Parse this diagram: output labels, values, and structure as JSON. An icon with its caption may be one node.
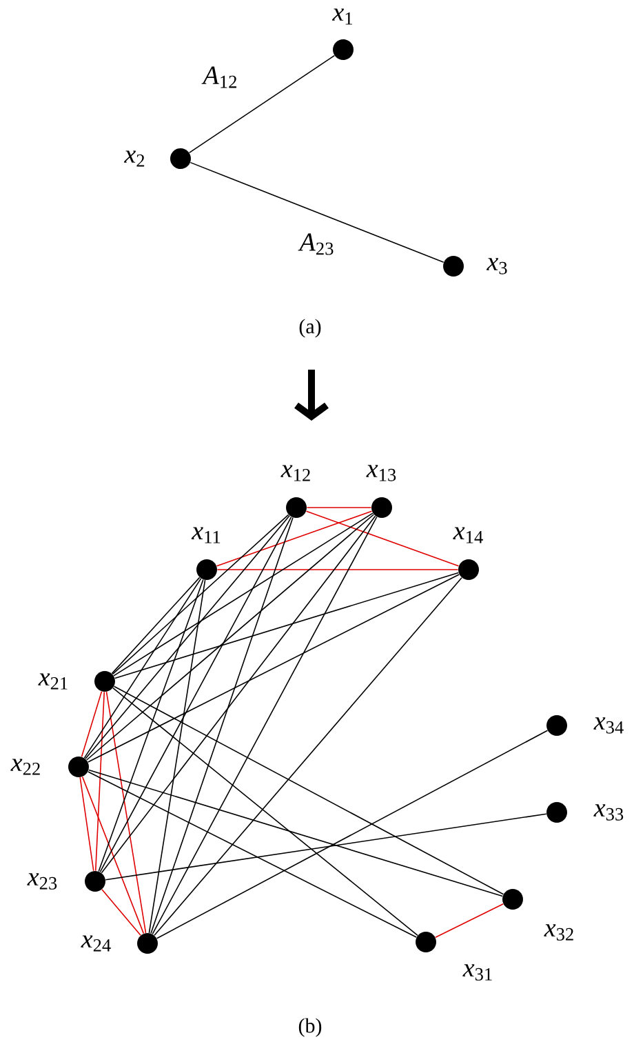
{
  "diagram": {
    "nodes": [
      {
        "text": [
          "*x*$_{1}$"
        ]
      },
      {
        "text": [
          "*x*$_{2}$"
        ]
      },
      {
        "text": [
          "*x*$_{3}$"
        ]
      },
      {
        "text": [
          "*x*$_{12}$"
        ]
      },
      {
        "text": [
          "*x*$_{13}$"
        ]
      },
      {
        "text": [
          "*x*$_{11}$"
        ]
      },
      {
        "text": [
          "*x*$_{14}$"
        ]
      },
      {
        "text": [
          "*x*$_{21}$"
        ]
      },
      {
        "text": [
          "*x*$_{34}$"
        ]
      },
      {
        "text": [
          "*x*$_{22}$"
        ]
      },
      {
        "text": [
          "*x*$_{33}$"
        ]
      },
      {
        "text": [
          "*x*$_{23}$"
        ]
      },
      {
        "text": [
          "*x*$_{32}$"
        ]
      },
      {
        "text": [
          "*x*$_{24}$"
        ]
      },
      {
        "text": [
          "*x*$_{31}$"
        ]
      }
    ],
    "edges": [
      {
        "from": 1,
        "to": 0,
        "arrow": "none",
        "label": "*A*$_{12}$"
      },
      {
        "from": 1,
        "to": 2,
        "arrow": "none",
        "label": "*A*$_{23}$"
      },
      {
        "from": 3,
        "to": 4,
        "arrow": "none",
        "color": "#e00000"
      },
      {
        "from": 5,
        "to": 4,
        "arrow": "none",
        "color": "#e00000"
      },
      {
        "from": 5,
        "to": 6,
        "arrow": "none",
        "color": "#e00000"
      },
      {
        "from": 3,
        "to": 6,
        "arrow": "none",
        "color": "#e00000"
      },
      {
        "from": 7,
        "to": 9,
        "arrow": "none",
        "color": "#e00000"
      },
      {
        "from": 7,
        "to": 11,
        "arrow": "none",
        "color": "#e00000"
      },
      {
        "from": 7,
        "to": 13,
        "arrow": "none",
        "color": "#e00000"
      },
      {
        "from": 9,
        "to": 11,
        "arrow": "none",
        "color": "#e00000"
      },
      {
        "from": 9,
        "to": 13,
        "arrow": "none",
        "color": "#e00000"
      },
      {
        "from": 11,
        "to": 13,
        "arrow": "none",
        "color": "#e00000"
      },
      {
        "from": 14,
        "to": 12,
        "arrow": "none",
        "color": "#e00000"
      },
      {
        "from": 5,
        "to": 7,
        "arrow": "none"
      },
      {
        "from": 5,
        "to": 9,
        "arrow": "none"
      },
      {
        "from": 5,
        "to": 11,
        "arrow": "none"
      },
      {
        "from": 5,
        "to": 13,
        "arrow": "none"
      },
      {
        "from": 3,
        "to": 7,
        "arrow": "none"
      },
      {
        "from": 3,
        "to": 9,
        "arrow": "none"
      },
      {
        "from": 3,
        "to": 11,
        "arrow": "none"
      },
      {
        "from": 3,
        "to": 13,
        "arrow": "none"
      },
      {
        "from": 4,
        "to": 7,
        "arrow": "none"
      },
      {
        "from": 4,
        "to": 9,
        "arrow": "none"
      },
      {
        "from": 4,
        "to": 11,
        "arrow": "none"
      },
      {
        "from": 4,
        "to": 13,
        "arrow": "none"
      },
      {
        "from": 6,
        "to": 7,
        "arrow": "none"
      },
      {
        "from": 6,
        "to": 9,
        "arrow": "none"
      },
      {
        "from": 6,
        "to": 13,
        "arrow": "none"
      },
      {
        "from": 7,
        "to": 12,
        "arrow": "none"
      },
      {
        "from": 7,
        "to": 14,
        "arrow": "none"
      },
      {
        "from": 9,
        "to": 12,
        "arrow": "none"
      },
      {
        "from": 9,
        "to": 14,
        "arrow": "none"
      },
      {
        "from": 11,
        "to": 10,
        "arrow": "none"
      },
      {
        "from": 13,
        "to": 8,
        "arrow": "none"
      }
    ],
    "labels": [
      "(a)",
      "(b)"
    ]
  }
}
